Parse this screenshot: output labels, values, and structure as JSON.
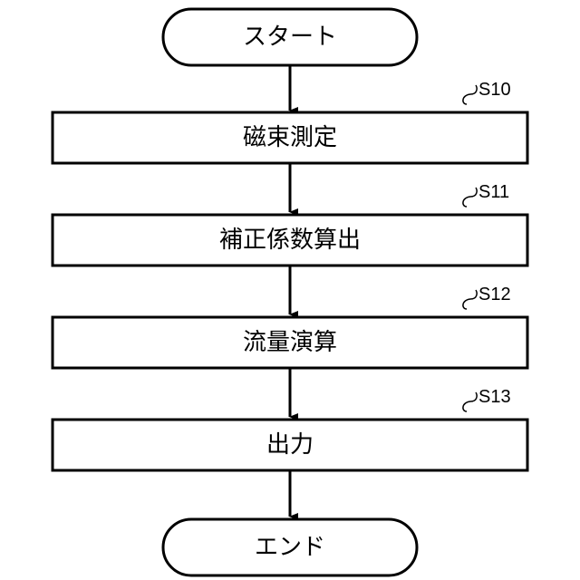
{
  "flowchart": {
    "start": {
      "label": "スタート"
    },
    "steps": [
      {
        "id": "S10",
        "label": "磁束測定"
      },
      {
        "id": "S11",
        "label": "補正係数算出"
      },
      {
        "id": "S12",
        "label": "流量演算"
      },
      {
        "id": "S13",
        "label": "出力"
      }
    ],
    "end": {
      "label": "エンド"
    }
  },
  "colors": {
    "stroke": "#000000",
    "fill": "#ffffff",
    "text": "#000000"
  }
}
